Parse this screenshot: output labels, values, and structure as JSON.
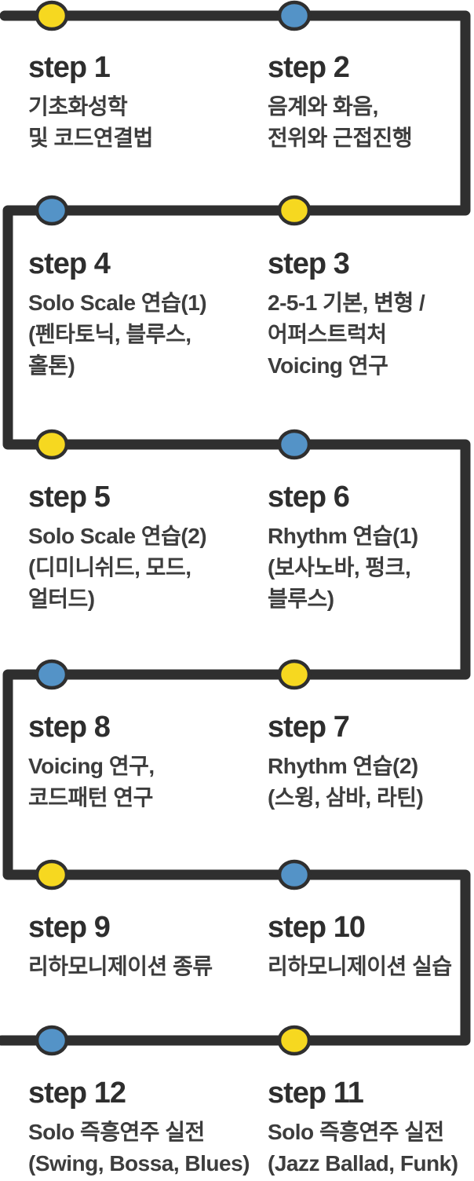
{
  "diagram": {
    "type": "roadmap-snake",
    "line_color": "#2F2F2F",
    "background": "#FFFFFF",
    "dot_palette": {
      "yellow": "#F6D820",
      "blue": "#5493C7"
    },
    "text_colors": {
      "title": "#2E2E2E",
      "body": "#3D3D3D"
    }
  },
  "steps": [
    {
      "num": 1,
      "title": "step 1",
      "lines": [
        "기초화성학",
        "및 코드연결법"
      ],
      "dot": "#F6D820",
      "side": "left",
      "row": 1
    },
    {
      "num": 2,
      "title": "step 2",
      "lines": [
        "음계와 화음,",
        "전위와 근접진행"
      ],
      "dot": "#5493C7",
      "side": "right",
      "row": 1
    },
    {
      "num": 3,
      "title": "step 3",
      "lines": [
        "2-5-1 기본, 변형 /",
        "어퍼스트럭처",
        "Voicing 연구"
      ],
      "dot": "#F6D820",
      "side": "right",
      "row": 2
    },
    {
      "num": 4,
      "title": "step 4",
      "lines": [
        "Solo Scale 연습(1)",
        "(펜타토닉, 블루스,",
        "홀톤)"
      ],
      "dot": "#5493C7",
      "side": "left",
      "row": 2
    },
    {
      "num": 5,
      "title": "step 5",
      "lines": [
        "Solo Scale 연습(2)",
        "(디미니쉬드, 모드,",
        "얼터드)"
      ],
      "dot": "#F6D820",
      "side": "left",
      "row": 3
    },
    {
      "num": 6,
      "title": "step 6",
      "lines": [
        "Rhythm 연습(1)",
        "(보사노바, 펑크,",
        "블루스)"
      ],
      "dot": "#5493C7",
      "side": "right",
      "row": 3
    },
    {
      "num": 7,
      "title": "step 7",
      "lines": [
        "Rhythm 연습(2)",
        "(스윙, 삼바, 라틴)"
      ],
      "dot": "#F6D820",
      "side": "right",
      "row": 4
    },
    {
      "num": 8,
      "title": "step 8",
      "lines": [
        "Voicing 연구,",
        "코드패턴 연구"
      ],
      "dot": "#5493C7",
      "side": "left",
      "row": 4
    },
    {
      "num": 9,
      "title": "step 9",
      "lines": [
        "리하모니제이션 종류"
      ],
      "dot": "#F6D820",
      "side": "left",
      "row": 5
    },
    {
      "num": 10,
      "title": "step 10",
      "lines": [
        "리하모니제이션 실습"
      ],
      "dot": "#5493C7",
      "side": "right",
      "row": 5
    },
    {
      "num": 11,
      "title": "step 11",
      "lines": [
        "Solo 즉흥연주 실전",
        "(Jazz Ballad, Funk)"
      ],
      "dot": "#F6D820",
      "side": "right",
      "row": 6
    },
    {
      "num": 12,
      "title": "step 12",
      "lines": [
        "Solo 즉흥연주 실전",
        "(Swing, Bossa, Blues)"
      ],
      "dot": "#5493C7",
      "side": "left",
      "row": 6
    }
  ]
}
